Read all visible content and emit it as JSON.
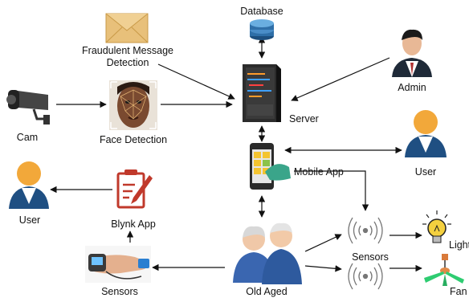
{
  "nodes": {
    "database": {
      "label": "Database",
      "icon": "database-icon"
    },
    "fraud": {
      "label_line1": "Fraudulent Message",
      "label_line2": "Detection",
      "icon": "envelope-icon"
    },
    "server": {
      "label": "Server",
      "icon": "server-icon"
    },
    "admin": {
      "label": "Admin",
      "icon": "admin-person-icon"
    },
    "cam": {
      "label": "Cam",
      "icon": "camera-icon"
    },
    "face": {
      "label": "Face Detection",
      "icon": "face-scan-icon"
    },
    "mobile": {
      "label": "Mobile App",
      "icon": "smartphone-icon"
    },
    "user_right": {
      "label": "User",
      "icon": "user-icon"
    },
    "user_left": {
      "label": "User",
      "icon": "user-icon"
    },
    "blynk": {
      "label": "Blynk App",
      "icon": "clipboard-pen-icon"
    },
    "sensors_left": {
      "label": "Sensors",
      "icon": "pulse-oximeter-icon"
    },
    "old_aged": {
      "label": "Old Aged",
      "icon": "elderly-couple-icon"
    },
    "sensors_right": {
      "label": "Sensors",
      "icon": "signal-wave-icon"
    },
    "light": {
      "label": "Light",
      "icon": "light-bulb-icon"
    },
    "fan": {
      "label": "Fan",
      "icon": "ceiling-fan-icon"
    }
  },
  "colors": {
    "arrow": "#111111",
    "user_head": "#f2a83a",
    "user_body": "#1f4f82",
    "server_body": "#2c2c2c",
    "envelope": "#e0b466",
    "database": "#2f6fa8",
    "blynk_red": "#c0392b",
    "bulb": "#f4d03f",
    "fan_green": "#2ecc71"
  }
}
